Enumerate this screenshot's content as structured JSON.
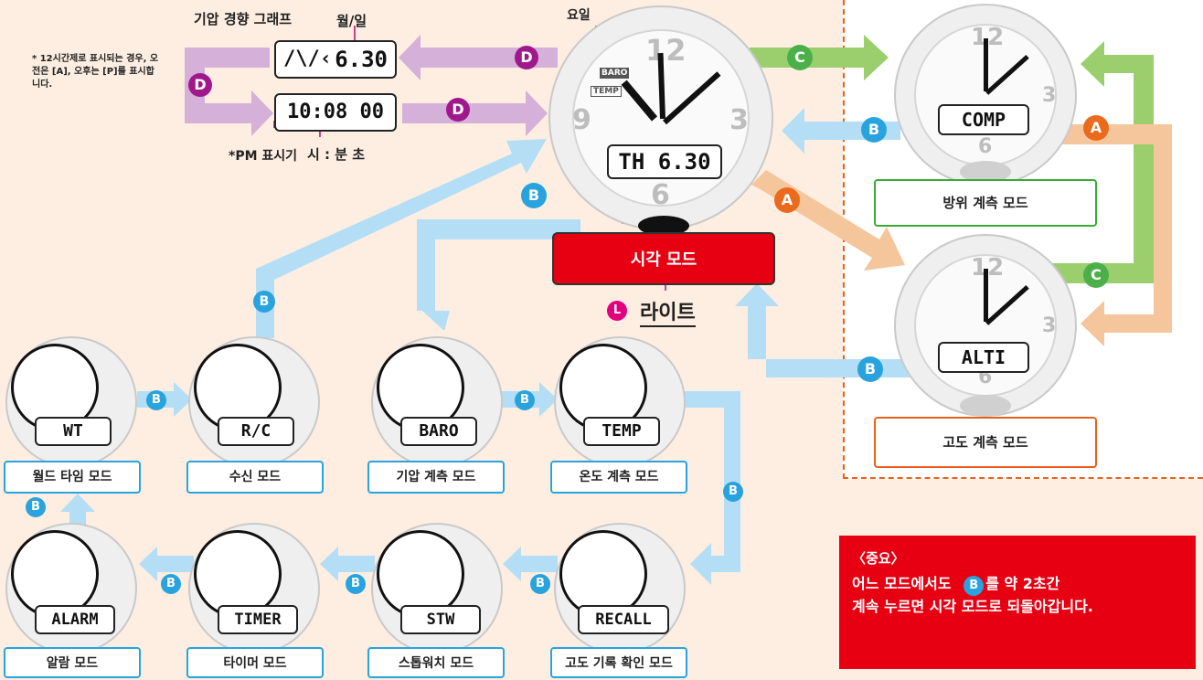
{
  "top_labels": {
    "pressure_graph": "기압 경향 그래프",
    "month_day": "월/일",
    "day_of_week": "요일",
    "pm_indicator": "*PM 표시기",
    "hour_min_sec": "시 : 분 초"
  },
  "note_12h": "* 12시간제로 표시되는 경우, 오전은 [A], 오후는 [P]를 표시합니다.",
  "displays": {
    "date": "6.30",
    "time": "10:08 00",
    "main": "TH  6.30",
    "comp": "COMP",
    "alti": "ALTI",
    "wt": "WT",
    "rc": "R/C",
    "baro": "BARO",
    "temp": "TEMP",
    "alarm": "ALARM",
    "timer": "TIMER",
    "stw": "STW",
    "recall": "RECALL"
  },
  "modes": {
    "time": "시각 모드",
    "compass": "방위 계측 모드",
    "altimeter": "고도 계측 모드",
    "world_time": "월드 타임 모드",
    "receive": "수신 모드",
    "barometer": "기압 계측 모드",
    "thermometer": "온도 계측 모드",
    "alarm": "알람 모드",
    "timer": "타이머 모드",
    "stopwatch": "스톱워치 모드",
    "altitude_recall": "고도 기록 확인 모드"
  },
  "light_label": "라이트",
  "buttons": {
    "a": "A",
    "b": "B",
    "c": "C",
    "d": "D",
    "l": "L"
  },
  "watch_marks": {
    "baro": "BARO",
    "temp": "TEMP",
    "n12": "12",
    "n3": "3",
    "n6": "6",
    "n9": "9"
  },
  "notice": {
    "title": "〈중요〉",
    "line1_pre": "어느 모드에서도",
    "line1_post": "를 약 2초간",
    "line2": "계속 누르면 시각 모드로 되돌아갑니다."
  },
  "colors": {
    "arrow_purple": "#d5b0d9",
    "arrow_green": "#9bcf6d",
    "arrow_orange": "#f5c59b",
    "arrow_blue": "#b3def6",
    "mode_red": "#e60012",
    "label_blue": "#29a3de"
  }
}
